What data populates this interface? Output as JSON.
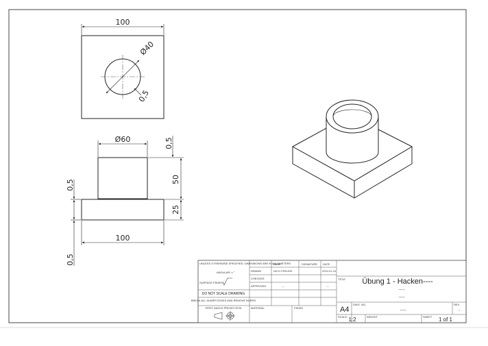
{
  "front_view": {
    "width_label": "100",
    "diameter_label": "Ø40",
    "offset_label": "0,5"
  },
  "side_view": {
    "diameter_label": "Ø60",
    "top_offset_label": "0,5",
    "cylinder_height_label": "50",
    "base_height_label": "25",
    "left_offset_label": "0,5",
    "base_width_label": "100",
    "bottom_offset_label": "0,5"
  },
  "title_block": {
    "tolerance_note": "UNLESS OTHERWISE SPECIFIED: DIMENSIONS ARE IN MILLIMETERS",
    "angular_note": "ANGULAR: ± °",
    "surface_finish_label": "SURFACE FINISH:",
    "do_not_scale": "DO NOT SCALE DRAWING",
    "break_edges_note": "BREAK ALL SHARP EDGES AND REMOVE BURRS",
    "projection_label": "FIRST ANGLE PROJECTION",
    "col_name": "NAME",
    "col_signature": "SIGNATURE",
    "col_date": "DATE",
    "row_drawn": "DRAWN",
    "row_checked": "CHECKED",
    "row_approved": "APPROVED",
    "drawn_name": "NICO FREUDE",
    "drawn_date": "2024.01.24",
    "approved_name": "---",
    "approved_date": "---",
    "material_label": "MATERIAL",
    "finish_label": "FINISH",
    "title_label": "TITLE",
    "title_value": "Übung 1 - Hacken----",
    "title_line2": "----",
    "title_line3": "----",
    "size_value": "A4",
    "dwg_no_label": "DWG. NO.",
    "dwg_no_value": "----",
    "rev_label": "REV.",
    "rev_value": "-",
    "scale_label": "SCALE",
    "scale_value": "1:2",
    "weight_label": "WEIGHT",
    "sheet_label": "SHEET",
    "sheet_value": "1 of 1"
  }
}
